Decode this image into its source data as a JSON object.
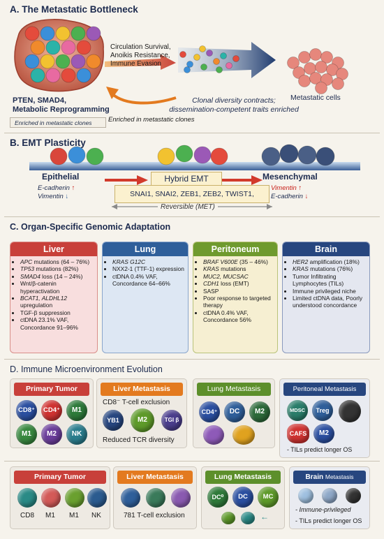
{
  "sectionA": {
    "title": "A. The Metastatic Bottleneck",
    "survival_lines": [
      "Circulation Survival,",
      "Anoikis Resistance,",
      "Immune Evasion"
    ],
    "primary_label_1": "PTEN, SMAD4,",
    "primary_label_2": "Metabolic Reprogramming",
    "enriched_arrow_text": "Enriched in metastatic clones",
    "enriched_box_text": "Enriched in metastatic clones",
    "clonal_line_1": "Clonal diversity contracts;",
    "clonal_line_2": "dissemination-competent traits enriched",
    "met_label": "Metastatic cells"
  },
  "sectionB": {
    "title": "B. EMT Plasticity",
    "epithelial": "Epithelial",
    "hybrid": "Hybrid EMT",
    "mesenchymal": "Mesenchymal",
    "ecad_left": "E-cadherin",
    "vim_left": "Vimentin",
    "tf_list": "SNAI1, SNAI2, ZEB1, ZEB2, TWIST1,",
    "reversible": "Reversible (MET)",
    "vim_right": "Vimentin",
    "ecad_right": "E-cadherin"
  },
  "sectionC": {
    "title": "C. Organ-Specific Genomic Adaptation",
    "organs": [
      {
        "name": "Liver",
        "items": [
          "APC mutations (64 – 76%)",
          "TP53 mutations (82%)",
          "SMAD4 loss (14 – 24%)",
          "Wnt/β-catenin hyperactivation",
          "BCAT1, ALDHL12 upregulation",
          "TGF-β suppression",
          "ctDNA 23.1% VAF, Concordance 91–96%"
        ]
      },
      {
        "name": "Lung",
        "items": [
          "KRAS G12C",
          "NXX2-1 (TTF-1) expression",
          "ctDNA 0.4% VAF, Concordance 64–66%"
        ]
      },
      {
        "name": "Peritoneum",
        "items": [
          "BRAF V600E (35 – 46%)",
          "KRAS mutations",
          "MUC2, MUCSAC",
          "CDH1 loss (EMT)",
          "SASP",
          "Poor response to targeted therapy",
          "ctDNA 0.4% VAF, Concordance 56%"
        ]
      },
      {
        "name": "Brain",
        "items": [
          "HER2 amplification (18%)",
          "KRAS mutations (76%)",
          "Tumor Infiltrating Lymphocytes (TILs)",
          "Immune privileged niche",
          "Limited ctDNA data, Poorly understood concordance"
        ]
      }
    ]
  },
  "sectionD": {
    "title": "D. Immune Microenvironment Evolution",
    "row1": {
      "primary": {
        "title": "Primary Tumor",
        "cells": [
          "CD8⁺",
          "CD4⁺",
          "M1",
          "M1",
          "M2",
          "NK"
        ]
      },
      "liver": {
        "title": "Liver Metastasis",
        "line1": "CD8⁻ T-cell exclusion",
        "cells": [
          "YB1",
          "M2",
          "TGI β"
        ],
        "line2": "Reduced TCR diversity"
      },
      "lung": {
        "title": "Lung Metastasis",
        "cells": [
          "CD4⁺",
          "DC",
          "M2"
        ]
      },
      "peritoneal": {
        "title": "Peritoneal Metastasis",
        "cells": [
          "MDSC",
          "Treg",
          "CAFS",
          "M2"
        ],
        "note": "- TILs predict longer OS"
      }
    },
    "row2": {
      "primary": {
        "title": "Primary Tumor",
        "labels": [
          "CD8",
          "M1",
          "M1",
          "NK"
        ]
      },
      "liver": {
        "title": "Liver Metastasis",
        "line": "781  T-cell exclusion"
      },
      "lung": {
        "title": "Lung Metastasis",
        "cells": [
          "DC⁰",
          "DC",
          "MC"
        ]
      },
      "brain": {
        "title": "Brain",
        "title_suffix": "Metastasis",
        "note1": "- Immune-privileged",
        "note2": "- TILs predict longer OS"
      }
    }
  },
  "colors": {
    "navy": "#1f3b6e",
    "liver": "#c8403a",
    "lung": "#2f5f9a",
    "peritoneum": "#6f9a2e",
    "brain": "#27467f",
    "orange": "#e37a1f",
    "green_title": "#5d8f2b"
  }
}
